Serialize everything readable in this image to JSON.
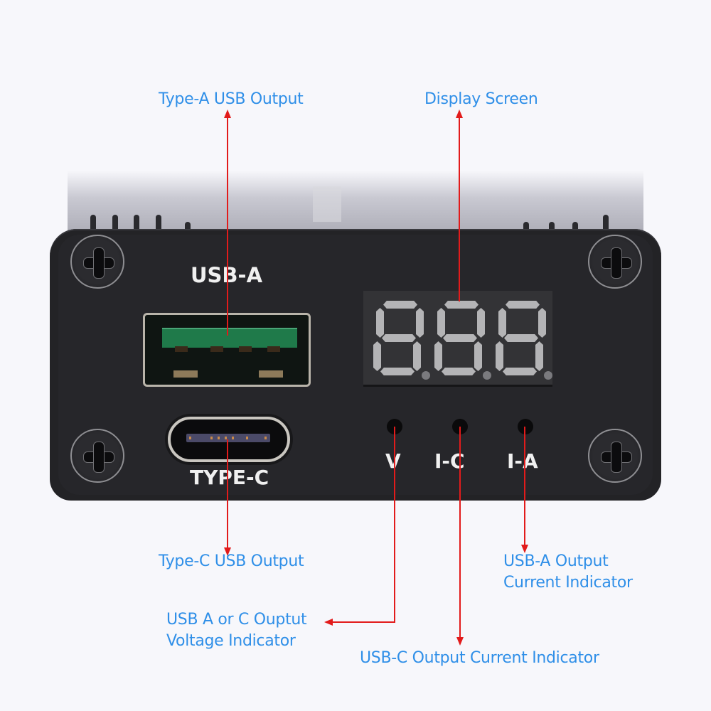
{
  "callouts": {
    "type_a_usb_output": "Type-A USB Output",
    "display_screen": "Display Screen",
    "type_c_usb_output": "Type-C USB Output",
    "usb_a_output_current_line1": "USB-A Output",
    "usb_a_output_current_line2": "Current Indicator",
    "voltage_indicator_line1": "USB A or C Ouptut",
    "voltage_indicator_line2": "Voltage Indicator",
    "usb_c_output_current": "USB-C Output Current Indicator"
  },
  "device": {
    "port_label_usb_a": "USB-A",
    "port_label_type_c": "TYPE-C",
    "indicator_labels": [
      "V",
      "I-C",
      "I-A"
    ],
    "display_digits": [
      "8",
      "8",
      "8"
    ]
  },
  "colors": {
    "label_blue": "#2f8fe8",
    "arrow_red": "#e21b1b",
    "case_black": "#232326",
    "usb_a_tongue_green": "#1f7a4a"
  }
}
